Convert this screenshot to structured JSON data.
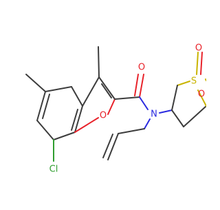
{
  "molecule": {
    "atoms": {
      "chlorine": {
        "label": "Cl",
        "color": "#2f9e2f"
      },
      "furan_oxygen": {
        "label": "O",
        "color": "#e8222a"
      },
      "carbonyl_oxygen": {
        "label": "O",
        "color": "#e8222a"
      },
      "nitrogen": {
        "label": "N",
        "color": "#2a2ae0"
      },
      "sulfur": {
        "label": "S",
        "color": "#c9b400"
      },
      "sulfonyl_oxygen_1": {
        "label": "O",
        "color": "#e8222a"
      },
      "sulfonyl_oxygen_2": {
        "label": "O",
        "color": "#e8222a"
      }
    },
    "bond_color": "#3c3c3c"
  }
}
